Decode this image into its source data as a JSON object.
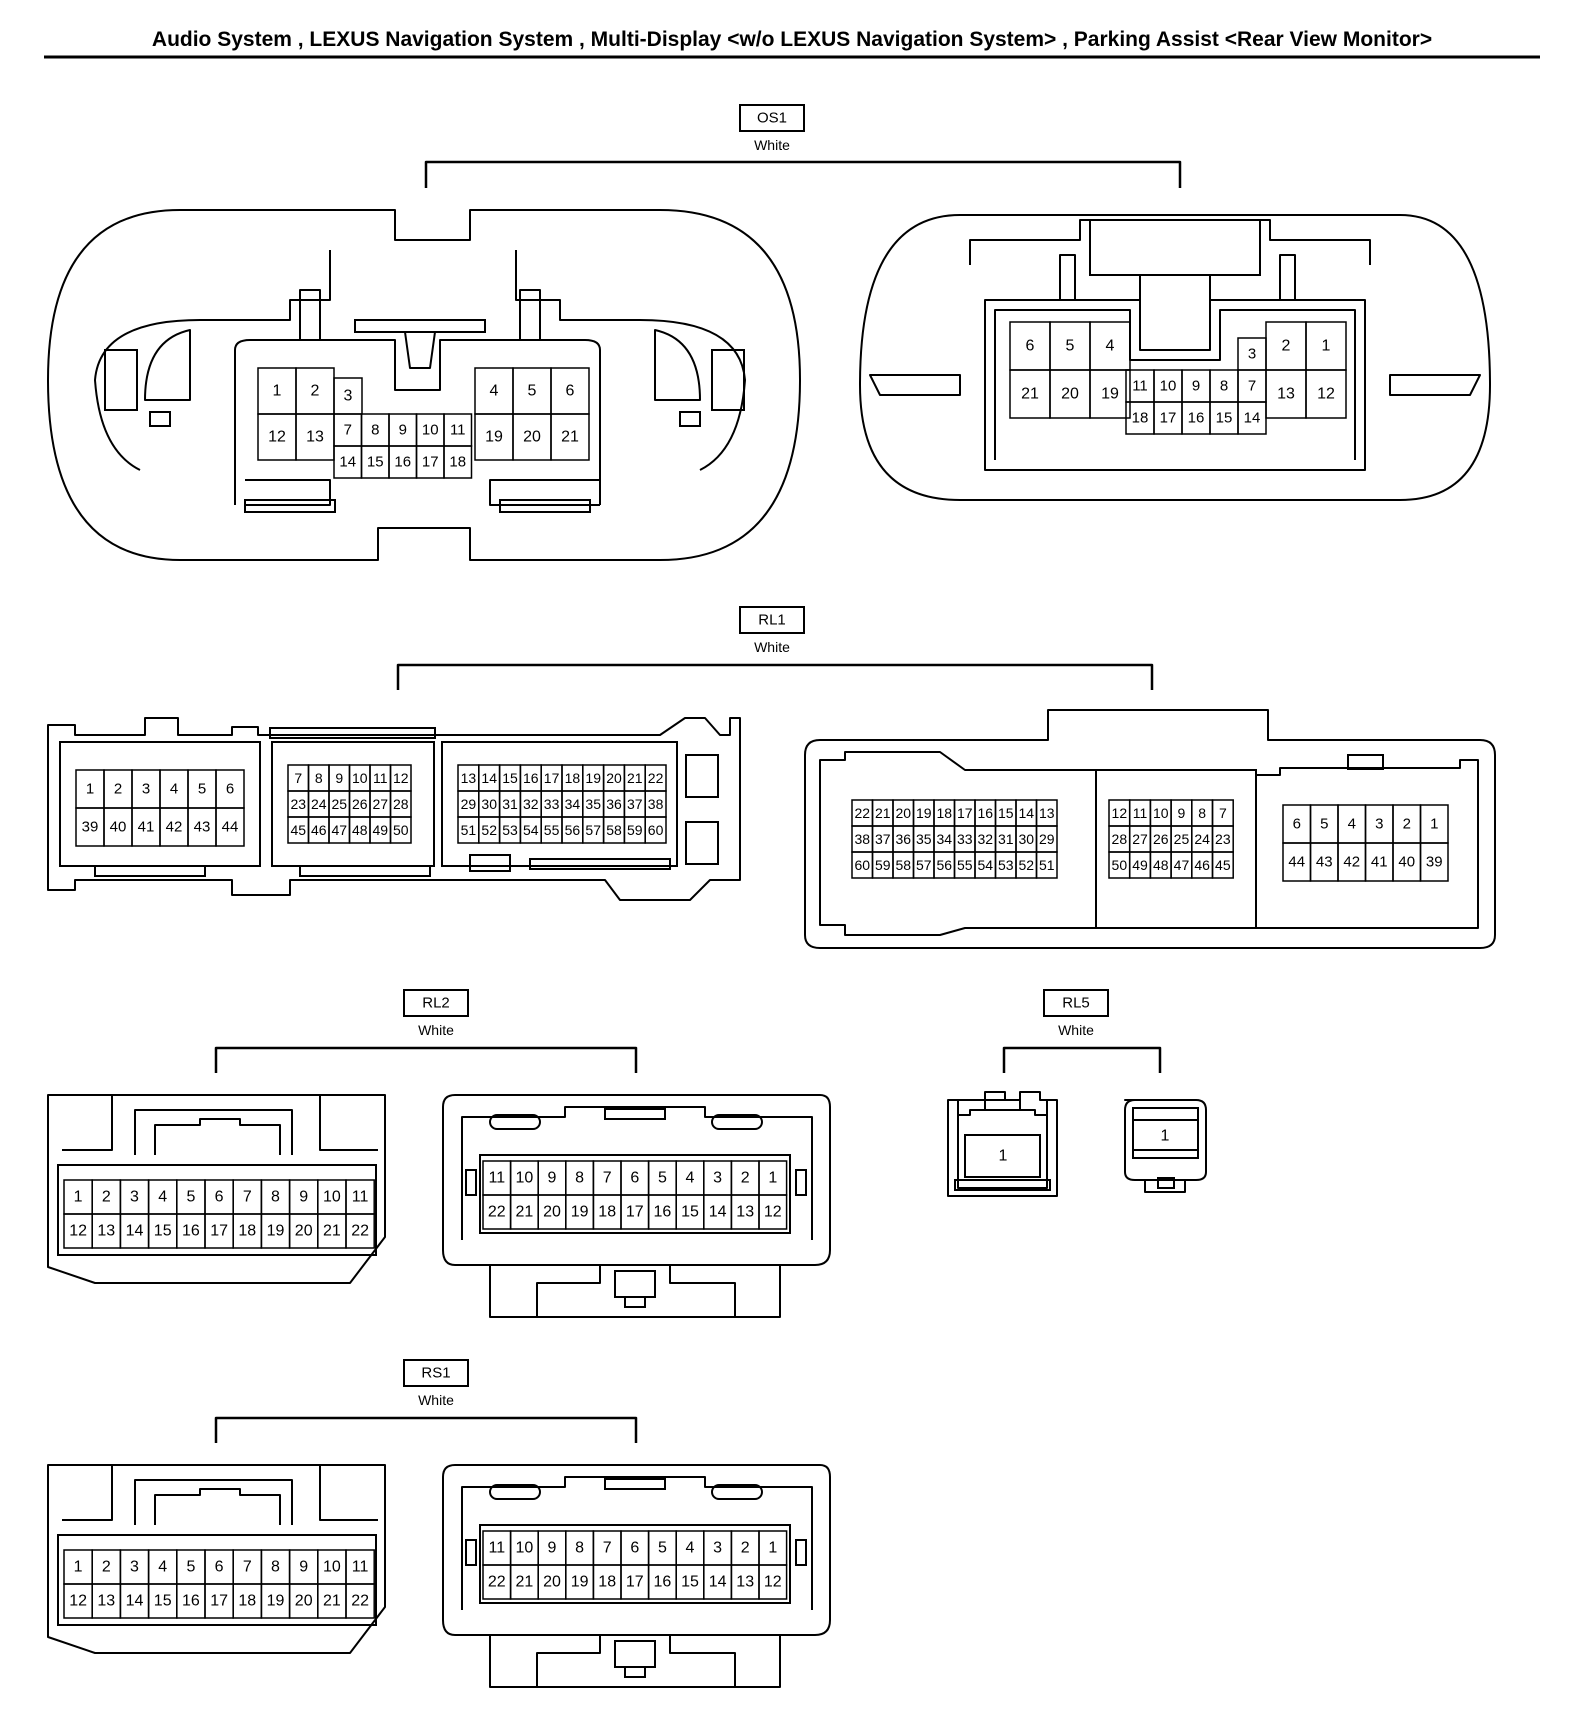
{
  "title": "Audio System , LEXUS Navigation System , Multi-Display <w/o LEXUS Navigation System> , Parking Assist <Rear View Monitor>",
  "connectors": [
    {
      "id": "OS1",
      "color": "White"
    },
    {
      "id": "RL1",
      "color": "White"
    },
    {
      "id": "RL2",
      "color": "White"
    },
    {
      "id": "RL5",
      "color": "White"
    },
    {
      "id": "RS1",
      "color": "White"
    }
  ]
}
